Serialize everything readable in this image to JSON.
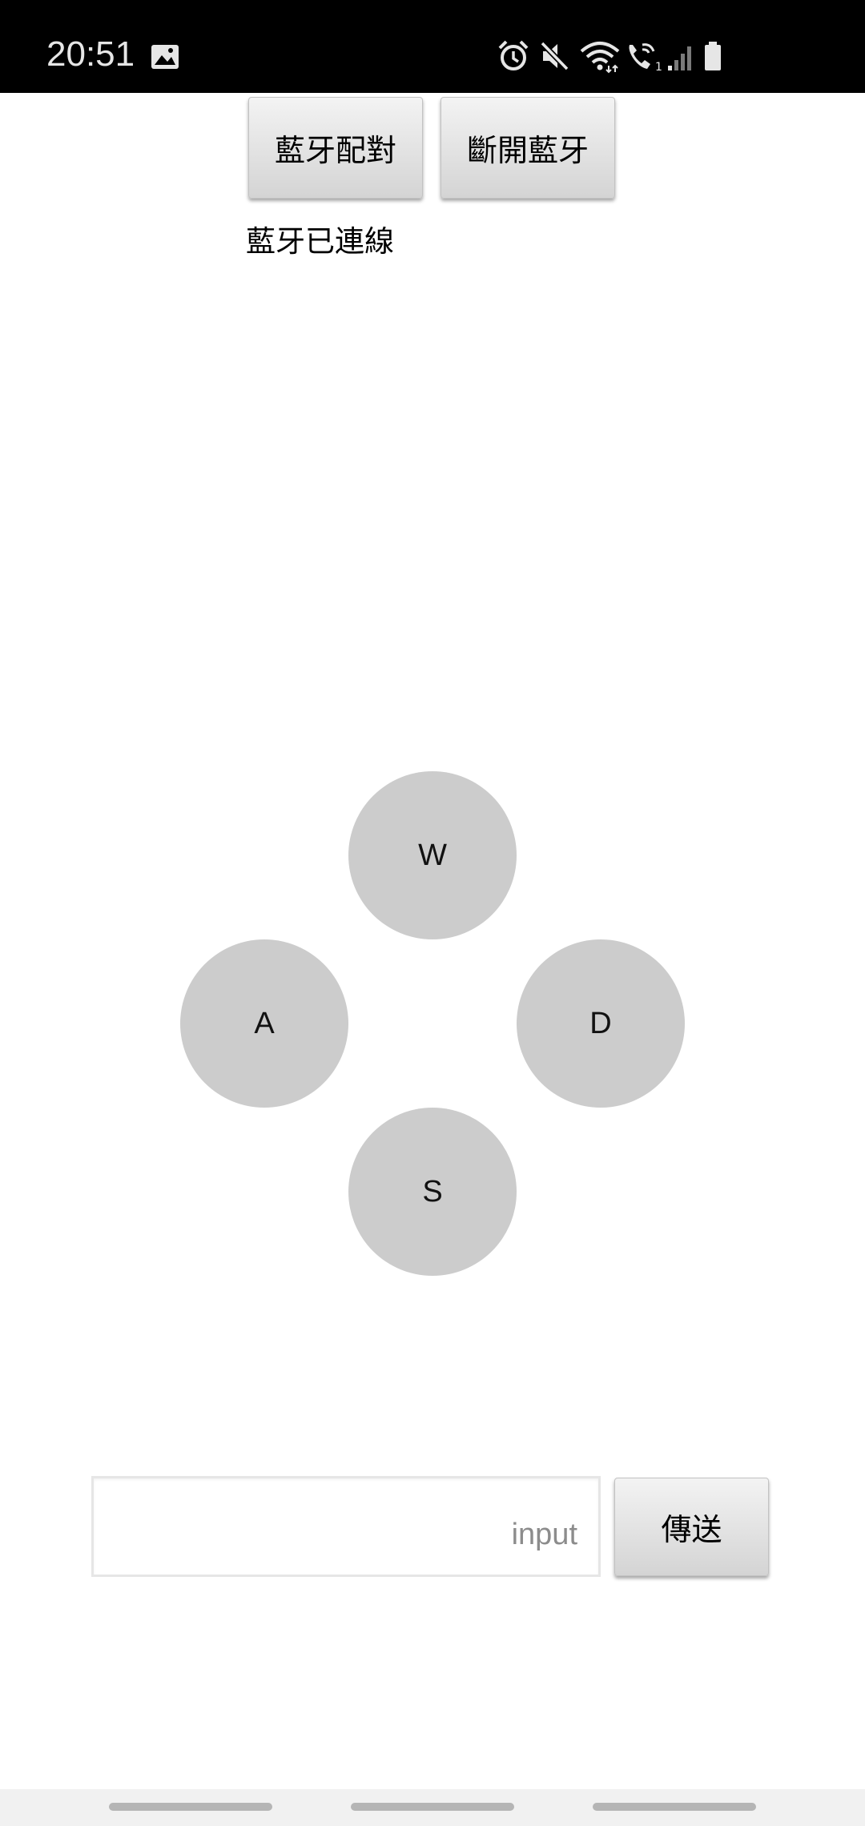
{
  "status_bar": {
    "time": "20:51",
    "icons": [
      "gallery-icon",
      "alarm-icon",
      "mute-icon",
      "wifi-icon",
      "wifi-calling-icon",
      "signal-icon",
      "battery-icon"
    ]
  },
  "toolbar": {
    "pair_label": "藍牙配對",
    "disconnect_label": "斷開藍牙"
  },
  "connection_status": "藍牙已連線",
  "dpad": {
    "up": "W",
    "left": "A",
    "right": "D",
    "down": "S"
  },
  "send_row": {
    "input_value": "",
    "input_placeholder": "input",
    "send_label": "傳送"
  },
  "colors": {
    "status_bar_bg": "#000000",
    "button_face": "#dcdcdc",
    "dpad_fill": "#cccccc",
    "nav_bar_bg": "#f1f1f1"
  }
}
